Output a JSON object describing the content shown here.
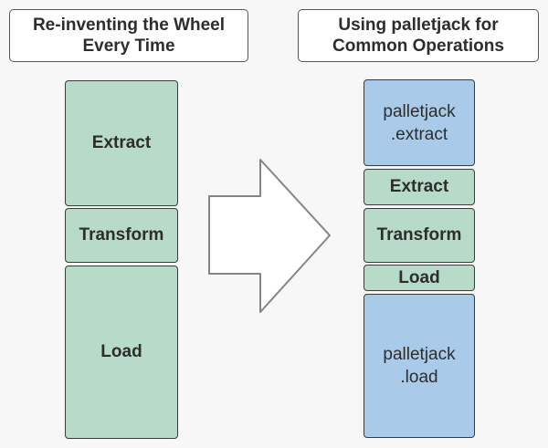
{
  "diagram": {
    "left": {
      "title": {
        "line1": "Re-inventing the Wheel",
        "line2": "Every Time"
      },
      "steps": [
        {
          "id": "extract",
          "label": "Extract"
        },
        {
          "id": "transform",
          "label": "Transform"
        },
        {
          "id": "load",
          "label": "Load"
        }
      ]
    },
    "right": {
      "title": {
        "line1": "Using palletjack for",
        "line2": "Common Operations"
      },
      "steps": [
        {
          "id": "palletjack-extract",
          "line1": "palletjack",
          "line2": ".extract"
        },
        {
          "id": "extract",
          "label": "Extract"
        },
        {
          "id": "transform",
          "label": "Transform"
        },
        {
          "id": "load",
          "label": "Load"
        },
        {
          "id": "palletjack-load",
          "line1": "palletjack",
          "line2": ".load"
        }
      ]
    },
    "arrow": {
      "direction": "right"
    },
    "colors": {
      "bg": "#f7f7f7",
      "manual_step": "#b7dbc8",
      "palletjack_step": "#a9cbe9",
      "box_border": "#3b3b3b",
      "title_border": "#555555",
      "arrow_fill": "#ffffff",
      "arrow_border": "#848484",
      "text": "#2d2d2d"
    }
  }
}
